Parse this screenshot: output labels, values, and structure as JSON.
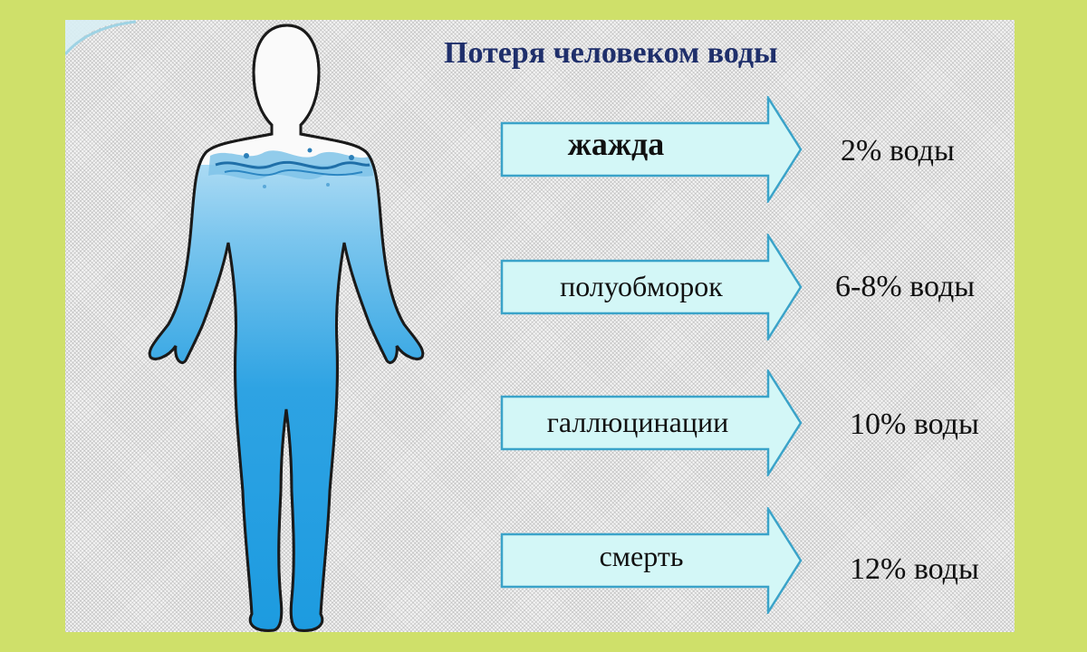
{
  "title": "Потеря человеком воды",
  "stages": [
    {
      "label": "жажда",
      "value": "2% воды"
    },
    {
      "label": "полуобморок",
      "value": "6-8% воды"
    },
    {
      "label": "галлюцинации",
      "value": "10% воды"
    },
    {
      "label": "смерть",
      "value": "12% воды"
    }
  ],
  "colors": {
    "background": "#cfe06a",
    "title": "#1f2f6b",
    "arrow_fill": "#d3f7f7",
    "arrow_stroke": "#3aa3c9",
    "body_water_top": "#ffffff",
    "body_water_bottom": "#1d9be0"
  },
  "icons": [
    "human-silhouette-icon",
    "water-splash-icon",
    "right-arrow-icon"
  ]
}
